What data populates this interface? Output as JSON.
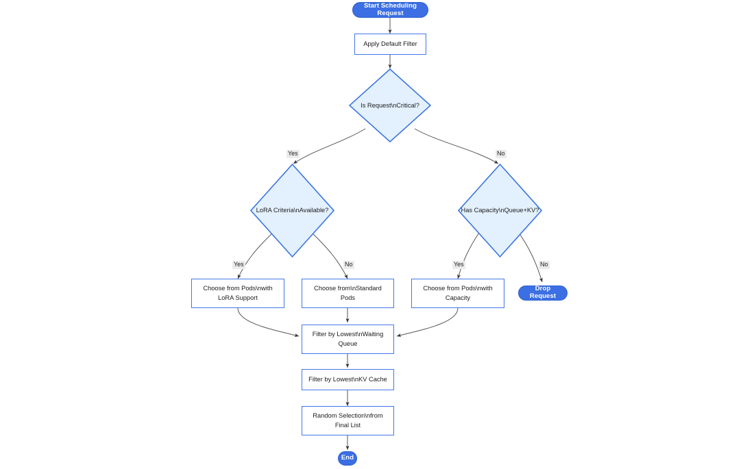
{
  "diagram": {
    "type": "flowchart",
    "title": "Start Scheduling Request",
    "orientation": "top-down",
    "background": "#ffffff",
    "colors": {
      "terminal_fill": "#3b6fe3",
      "terminal_text": "#ffffff",
      "process_fill": "#ffffff",
      "process_border": "#4276e8",
      "decision_fill": "#e3f0fd",
      "decision_border": "#3b76e0",
      "edge_stroke": "#4a4a4a",
      "edge_label_bg": "#ebebeb",
      "text": "#1b1b1b"
    }
  },
  "nodes": {
    "start": {
      "label": "Start Scheduling Request",
      "shape": "terminal"
    },
    "apply_default_filter": {
      "label": "Apply Default Filter",
      "shape": "process"
    },
    "is_request_critical": {
      "label": "Is Request\\nCritical?",
      "shape": "decision"
    },
    "lora_criteria_available": {
      "label": "LoRA Criteria\\nAvailable?",
      "shape": "decision"
    },
    "has_capacity": {
      "label": "Has Capacity\\nQueue+KV?",
      "shape": "decision"
    },
    "choose_lora_pods": {
      "line1": "Choose from Pods\\nwith",
      "line2": "LoRA Support",
      "shape": "process"
    },
    "choose_standard_pods": {
      "line1": "Choose from\\nStandard",
      "line2": "Pods",
      "shape": "process"
    },
    "choose_capacity_pods": {
      "line1": "Choose from Pods\\nwith",
      "line2": "Capacity",
      "shape": "process"
    },
    "drop_request": {
      "label": "Drop Request",
      "shape": "terminal"
    },
    "filter_waiting_queue": {
      "line1": "Filter by Lowest\\nWaiting",
      "line2": "Queue",
      "shape": "process"
    },
    "filter_kv_cache": {
      "label": "Filter by Lowest\\nKV Cache",
      "shape": "process"
    },
    "random_selection": {
      "line1": "Random Selection\\nfrom",
      "line2": "Final List",
      "shape": "process"
    },
    "end": {
      "label": "End",
      "shape": "terminal"
    }
  },
  "edge_labels": {
    "critical_yes": "Yes",
    "critical_no": "No",
    "lora_yes": "Yes",
    "lora_no": "No",
    "capacity_yes": "Yes",
    "capacity_no": "No"
  }
}
